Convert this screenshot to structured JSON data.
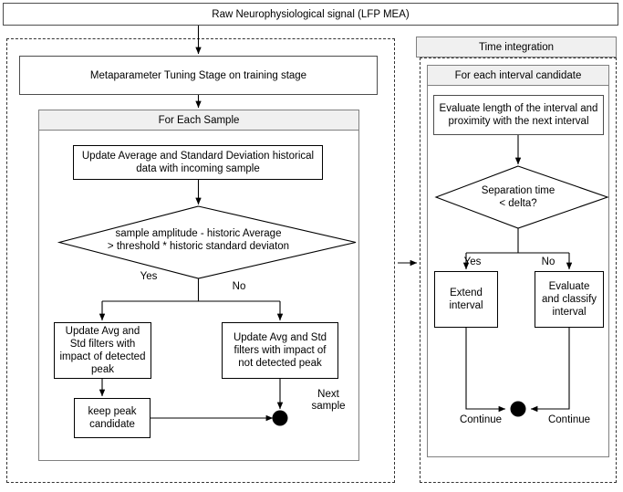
{
  "diagram": {
    "title_bar": "Raw Neurophysiological signal (LFP MEA)",
    "left_panel": {
      "stage_box": "Metaparameter Tuning Stage on training stage",
      "loop_header": "For Each Sample",
      "update_stats_box": "Update Average and Standard Deviation historical data  with incoming sample",
      "decision": "sample amplitude - historic Average > threshold * historic standard deviaton",
      "decision_line1": "sample amplitude - historic Average",
      "decision_line2": "> threshold * historic standard deviaton",
      "branch_yes": "Yes",
      "branch_no": "No",
      "yes_box": "Update Avg and Std filters with impact of detected peak",
      "no_box": "Update Avg and Std filters with impact of not detected peak",
      "keep_box": "keep peak candidate",
      "next_sample_label": "Next sample"
    },
    "right_panel": {
      "header": "Time integration",
      "loop_header": "For each interval candidate",
      "evaluate_box": "Evaluate length of the interval and proximity with the next interval",
      "decision_line1": "Separation time",
      "decision_line2": "< delta?",
      "branch_yes": "Yes",
      "branch_no": "No",
      "yes_box": "Extend interval",
      "no_box": "Evaluate and classify interval",
      "continue_left": "Continue",
      "continue_right": "Continue"
    },
    "colors": {
      "header_fill": "#f0f0f0",
      "box_stroke": "#4d4d4d",
      "group_stroke": "#808080",
      "panel_dash": "#333333",
      "terminator": "#000000"
    }
  }
}
